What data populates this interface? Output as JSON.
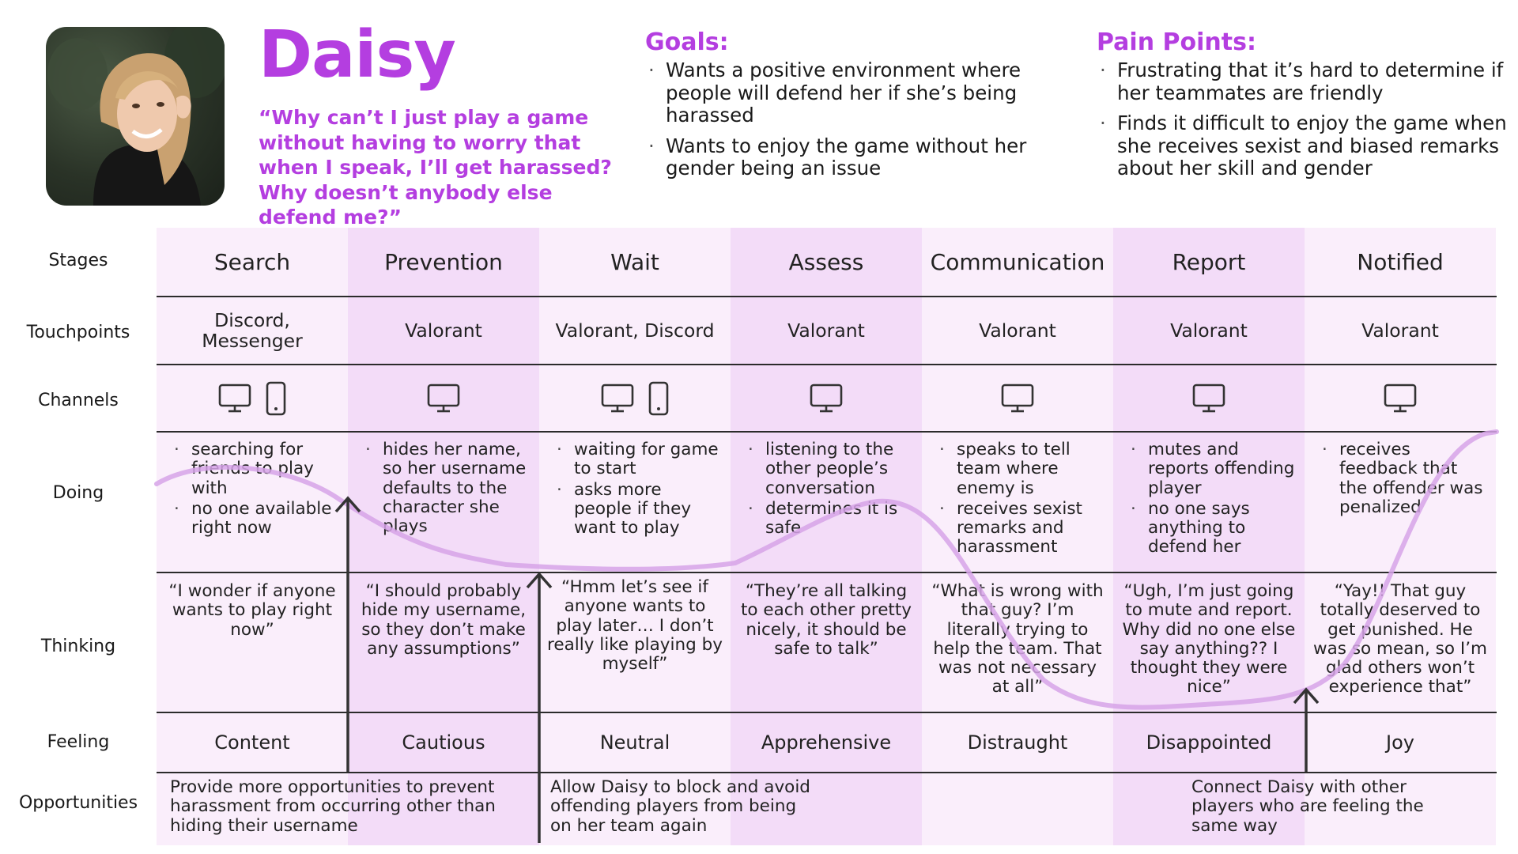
{
  "persona": {
    "name": "Daisy",
    "quote": "“Why can’t I just play a game without having to worry that when I speak, I’ll get harassed? Why doesn’t anybody else defend me?”"
  },
  "goals": {
    "title": "Goals:",
    "items": [
      "Wants a positive environment where people will defend her if she’s being harassed",
      "Wants to enjoy the game without her gender being an issue"
    ]
  },
  "pain_points": {
    "title": "Pain Points:",
    "items": [
      "Frustrating that it’s hard to determine if her teammates are friendly",
      "Finds it difficult to enjoy the game when she receives sexist and biased remarks about her skill and gender"
    ]
  },
  "row_labels": {
    "stages": "Stages",
    "touchpoints": "Touchpoints",
    "channels": "Channels",
    "doing": "Doing",
    "thinking": "Thinking",
    "feeling": "Feeling",
    "opportunities": "Opportunities"
  },
  "columns": [
    {
      "stage": "Search",
      "touchpoint": "Discord, Messenger",
      "channels": [
        "desktop-icon",
        "mobile-icon"
      ],
      "doing": [
        "searching for friends to play with",
        "no one available right now"
      ],
      "thinking": "“I wonder if anyone wants to play right now”",
      "feeling": "Content"
    },
    {
      "stage": "Prevention",
      "touchpoint": "Valorant",
      "channels": [
        "desktop-icon"
      ],
      "doing": [
        "hides her name, so her username defaults to the character she plays"
      ],
      "thinking": "“I should probably hide my username, so they don’t make any assumptions”",
      "feeling": "Cautious"
    },
    {
      "stage": "Wait",
      "touchpoint": "Valorant, Discord",
      "channels": [
        "desktop-icon",
        "mobile-icon"
      ],
      "doing": [
        "waiting for game to start",
        "asks more people if they want to play"
      ],
      "thinking": "“Hmm let’s see if anyone wants to play later… I don’t really like playing by myself”",
      "feeling": "Neutral"
    },
    {
      "stage": "Assess",
      "touchpoint": "Valorant",
      "channels": [
        "desktop-icon"
      ],
      "doing": [
        "listening to the other people’s conversation",
        "determines it is safe"
      ],
      "thinking": "“They’re all talking to each other pretty nicely, it should be safe to talk”",
      "feeling": "Apprehensive"
    },
    {
      "stage": "Communication",
      "touchpoint": "Valorant",
      "channels": [
        "desktop-icon"
      ],
      "doing": [
        "speaks to tell team where enemy is",
        "receives sexist remarks and harassment"
      ],
      "thinking": "“What is wrong with that guy? I’m literally trying to help the team. That was not necessary at all”",
      "feeling": "Distraught"
    },
    {
      "stage": "Report",
      "touchpoint": "Valorant",
      "channels": [
        "desktop-icon"
      ],
      "doing": [
        "mutes and reports offending player",
        "no one says anything to defend her"
      ],
      "thinking": "“Ugh, I’m just going to mute and report. Why did no one else say anything?? I thought they were nice”",
      "feeling": "Disappointed"
    },
    {
      "stage": "Notified",
      "touchpoint": "Valorant",
      "channels": [
        "desktop-icon"
      ],
      "doing": [
        "receives feedback that the offender was penalized"
      ],
      "thinking": "“Yay!! That guy totally deserved to get punished. He was so mean, so I’m glad others won’t experience that”",
      "feeling": "Joy"
    }
  ],
  "opportunities": [
    "Provide more opportunities to prevent harassment from occurring other than hiding their username",
    "Allow Daisy to block and avoid offending players from being on her team again",
    "Connect Daisy with other players who are feeling the same way"
  ],
  "colors": {
    "accent": "#b43ee0",
    "column_light": "#faeefb",
    "column_dark": "#f3dcf8",
    "emotion_curve": "#d6a3e8",
    "arrow": "#333333"
  }
}
